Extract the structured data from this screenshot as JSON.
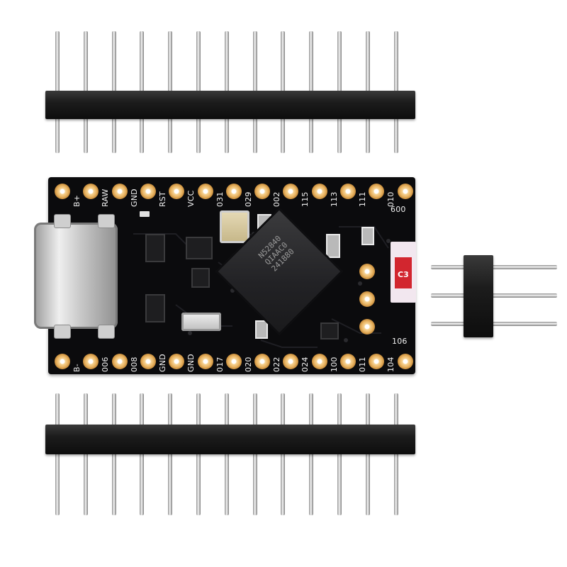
{
  "photo": {
    "subject": "nRF52840 development board with pin headers",
    "top_labels": [
      "B+",
      "RAW",
      "GND",
      "RST",
      "VCC",
      "031",
      "029",
      "002",
      "115",
      "113",
      "111",
      "010"
    ],
    "right_label_top": "600",
    "right_label_bottom": "106",
    "bottom_labels": [
      "B-",
      "006",
      "008",
      "GND",
      "GND",
      "017",
      "020",
      "022",
      "024",
      "100",
      "011",
      "104"
    ],
    "chip_marking": "N52840\nQIAAC0\n241880",
    "fuse_label": "C3",
    "colors": {
      "board": "#0b0b0d",
      "pad_gold": "#e7b15f",
      "header_black": "#1c1c1c",
      "pin_silver": "#d8d8d8",
      "fuse_red": "#d2262f"
    }
  }
}
